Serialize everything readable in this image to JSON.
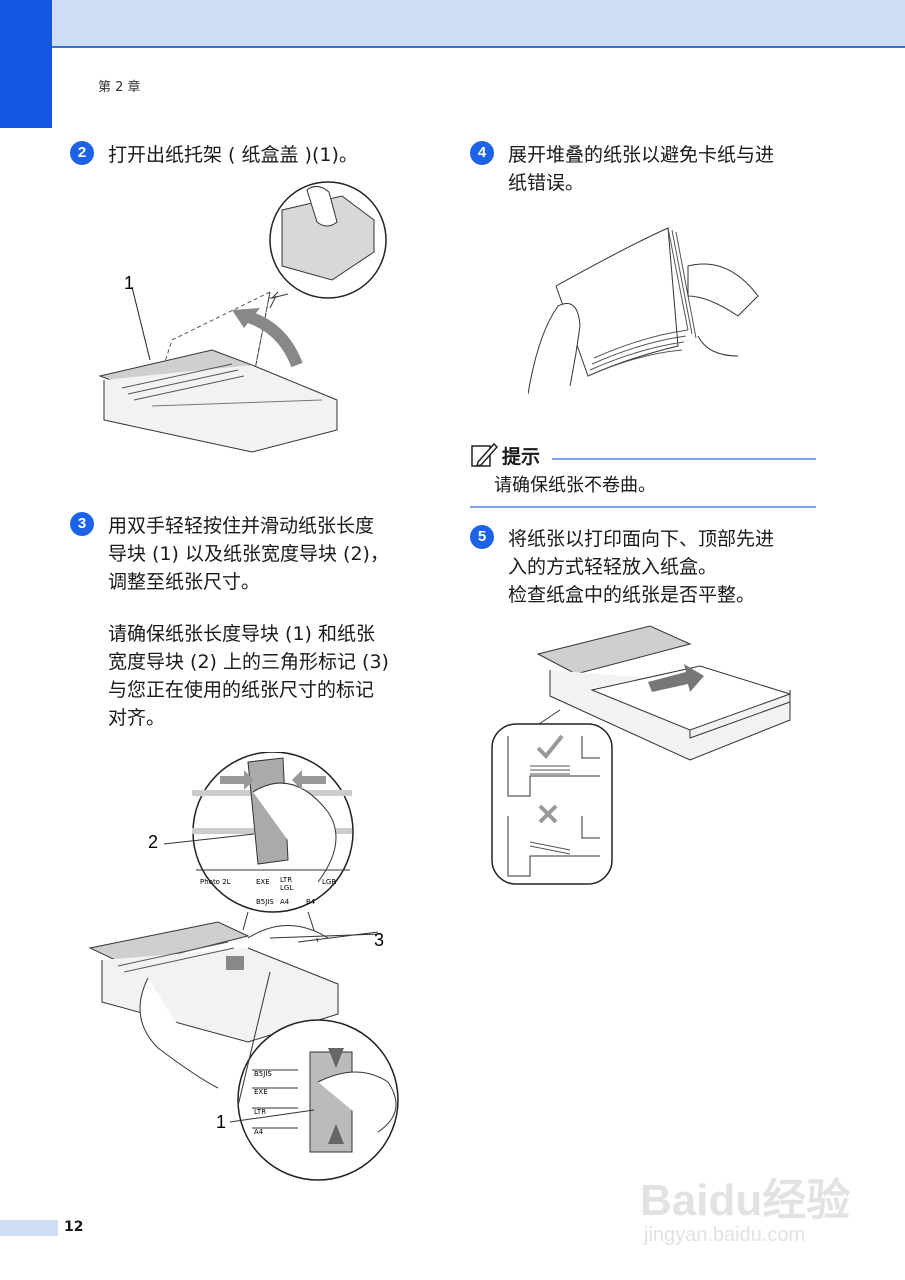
{
  "header": {
    "chapter": "第 2 章"
  },
  "steps": [
    {
      "num": "2",
      "text": "打开出纸托架 ( 纸盒盖 )(1)。"
    },
    {
      "num": "3",
      "text": "用双手轻轻按住并滑动纸张长度\n导块 (1) 以及纸张宽度导块 (2)，\n调整至纸张尺寸。"
    },
    {
      "num": "4",
      "text": "展开堆叠的纸张以避免卡纸与进\n纸错误。"
    },
    {
      "num": "5",
      "text": "将纸张以打印面向下、顶部先进\n入的方式轻轻放入纸盒。\n检查纸盒中的纸张是否平整。"
    }
  ],
  "step3_extra": "请确保纸张长度导块 (1) 和纸张\n宽度导块 (2) 上的三角形标记 (3)\n与您正在使用的纸张尺寸的标记\n对齐。",
  "figure1": {
    "callout": "1"
  },
  "figure3": {
    "callouts": [
      "2",
      "3",
      "1"
    ],
    "scale_labels_top": [
      "Photo 2L",
      "EXE",
      "LTR",
      "LGL",
      "LGR",
      "B5JIS",
      "A4",
      "B4"
    ],
    "scale_labels_bottom": [
      "B5JIS",
      "EXE",
      "LTR",
      "A4"
    ]
  },
  "note": {
    "title": "提示",
    "text": "请确保纸张不卷曲。"
  },
  "footer": {
    "page": "12"
  },
  "watermark": {
    "logo": "Baidu经验",
    "url": "jingyan.baidu.com"
  }
}
